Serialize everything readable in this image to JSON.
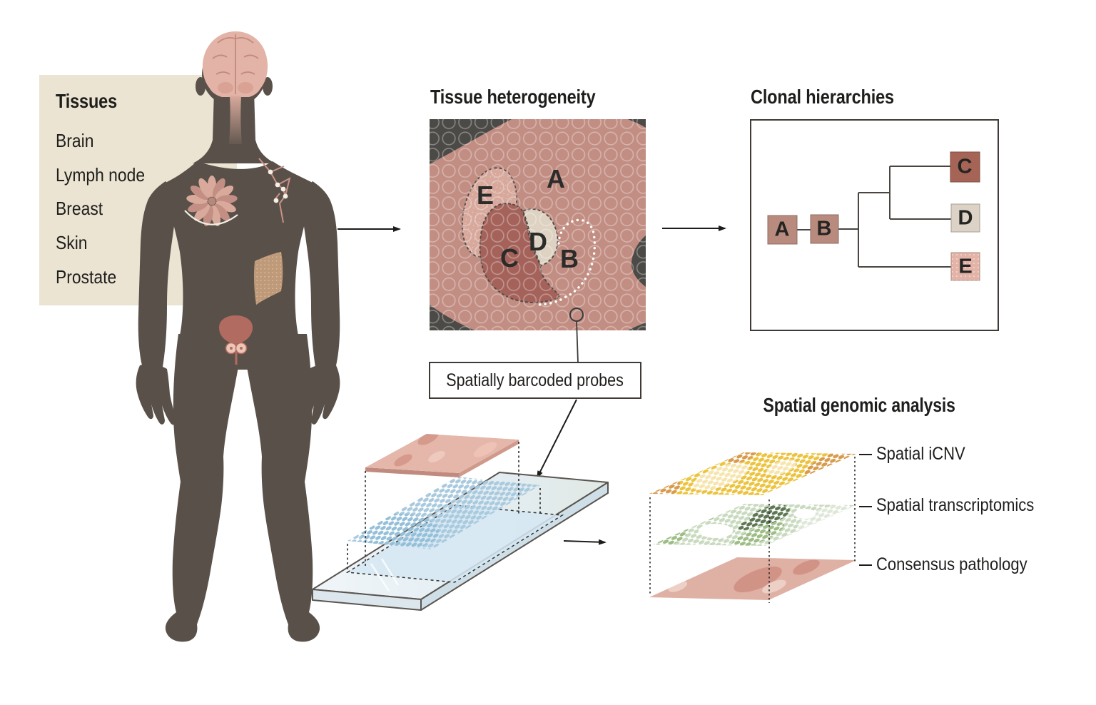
{
  "tissues": {
    "title": "Tissues",
    "items": [
      "Brain",
      "Lymph node",
      "Breast",
      "Skin",
      "Prostate"
    ]
  },
  "heterogeneity": {
    "title": "Tissue heterogeneity",
    "labels": {
      "a": "A",
      "b": "B",
      "c": "C",
      "d": "D",
      "e": "E"
    }
  },
  "probes": {
    "label": "Spatially barcoded probes"
  },
  "hierarchy": {
    "title": "Clonal hierarchies",
    "nodes": {
      "a": "A",
      "b": "B",
      "c": "C",
      "d": "D",
      "e": "E"
    }
  },
  "analysis": {
    "title": "Spatial genomic analysis",
    "layers": [
      "Spatial iCNV",
      "Spatial transcriptomics",
      "Consensus pathology"
    ]
  },
  "colors": {
    "ink": "#1e1e1c",
    "body": "#595149",
    "tissues_box": "#ece4d2",
    "organ_pink": "#e2b3a6",
    "panel_dark": "#4b4a46",
    "tissue_main": "#c28e83",
    "region_e": "#d7a89b",
    "region_c": "#a4625a",
    "region_d": "#ded2c2",
    "clone_ab": "#b98b7e",
    "clone_c": "#a66456",
    "clone_d": "#ddd2c6",
    "clone_e": "#e2b3a6",
    "slide_glass": "#edf3f6",
    "probe_blue": "#a9cade",
    "icnv_yellow": "#ecc33e",
    "icnv_orange": "#d89a4b",
    "transcript_green": "#9dbd85",
    "transcript_dark": "#5c7751",
    "pathology_pink": "#dfb0a4"
  }
}
